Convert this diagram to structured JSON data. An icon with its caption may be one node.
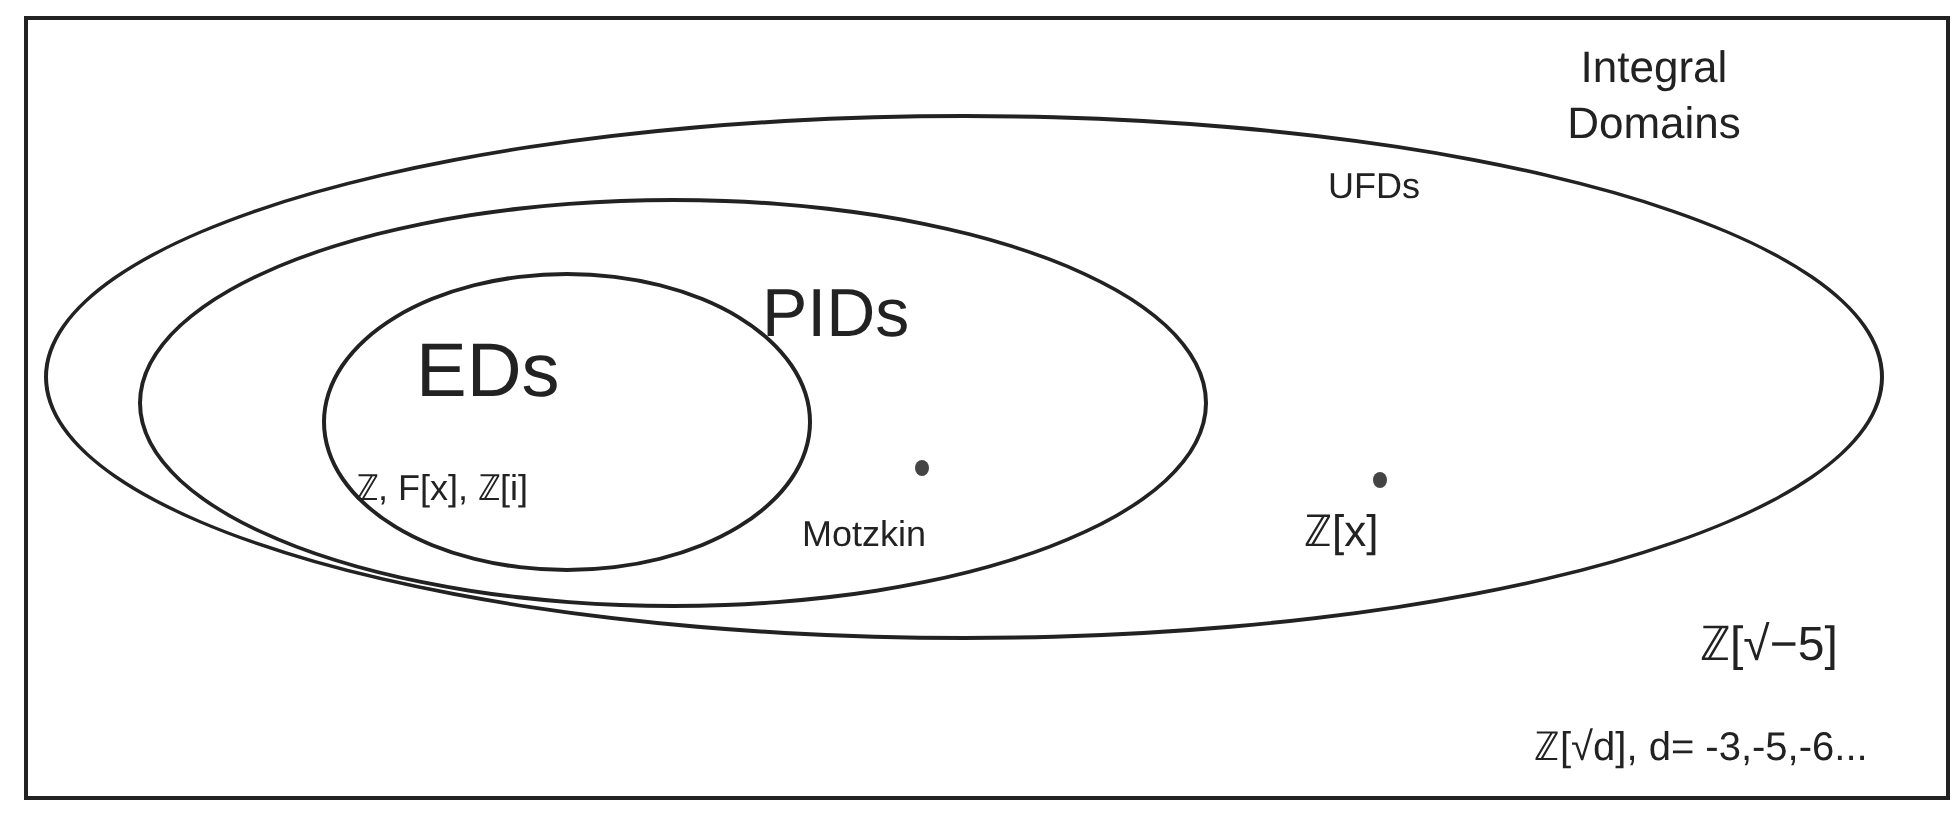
{
  "diagram": {
    "nodes": [
      {
        "text": [
          "Integral Domains",
          "ℤ[√−5]",
          "ℤ[√d], d= -3,-5,-6..."
        ]
      },
      {
        "text": [
          "UFDs",
          "ℤ[x]"
        ],
        "in": 0
      },
      {
        "text": [
          "PIDs",
          "Motzkin"
        ],
        "in": 1
      },
      {
        "text": [
          "EDs",
          "ℤ, F[x], ℤ[i]"
        ],
        "in": 2
      }
    ]
  }
}
